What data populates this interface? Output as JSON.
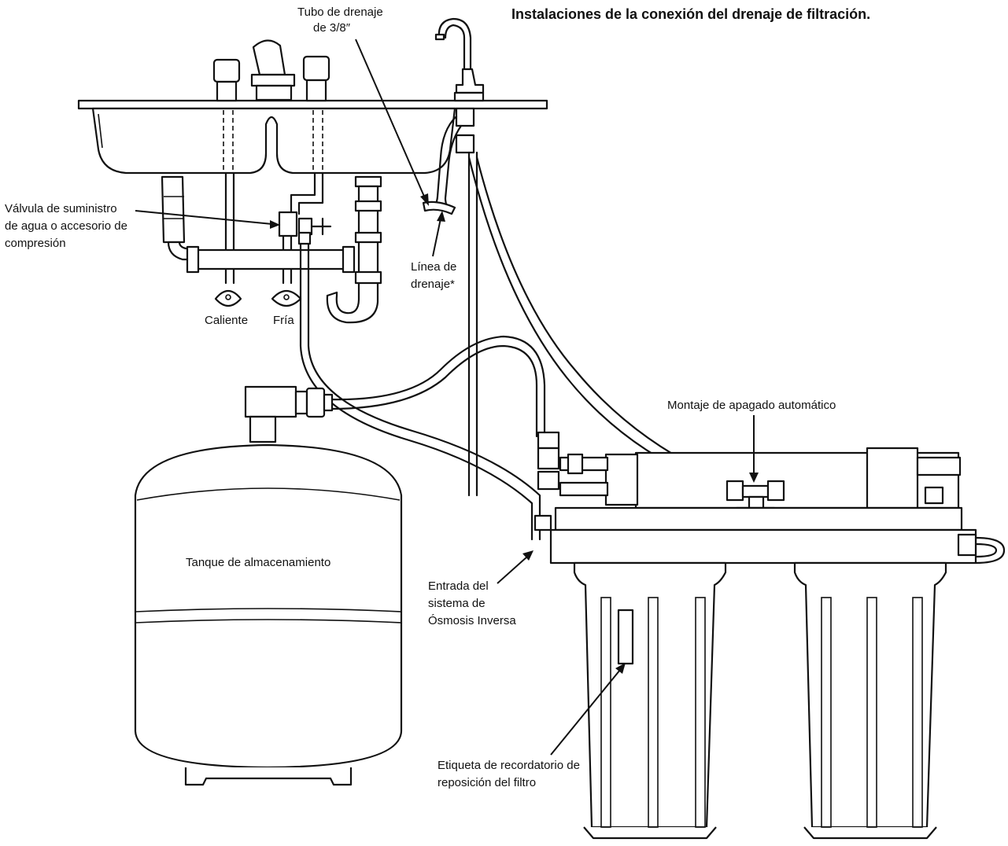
{
  "header": {
    "figure_number": "",
    "title": "Instalaciones de la conexión del drenaje de filtración."
  },
  "labels": {
    "drain_tube": [
      "Tubo de drenaje",
      "de 3/8″"
    ],
    "supply_valve": [
      "Válvula de suministro",
      "de agua o accesorio de",
      "compresión"
    ],
    "drain_line": [
      "Línea de",
      "drenaje*"
    ],
    "hot": "Caliente",
    "cold": "Fría",
    "auto_shutoff": "Montaje de apagado automático",
    "storage_tank": "Tanque de almacenamiento",
    "ro_inlet": [
      "Entrada del",
      "sistema de",
      "Ósmosis Inversa"
    ],
    "filter_label": [
      "Etiqueta de recordatorio de",
      "reposición del filtro"
    ]
  }
}
